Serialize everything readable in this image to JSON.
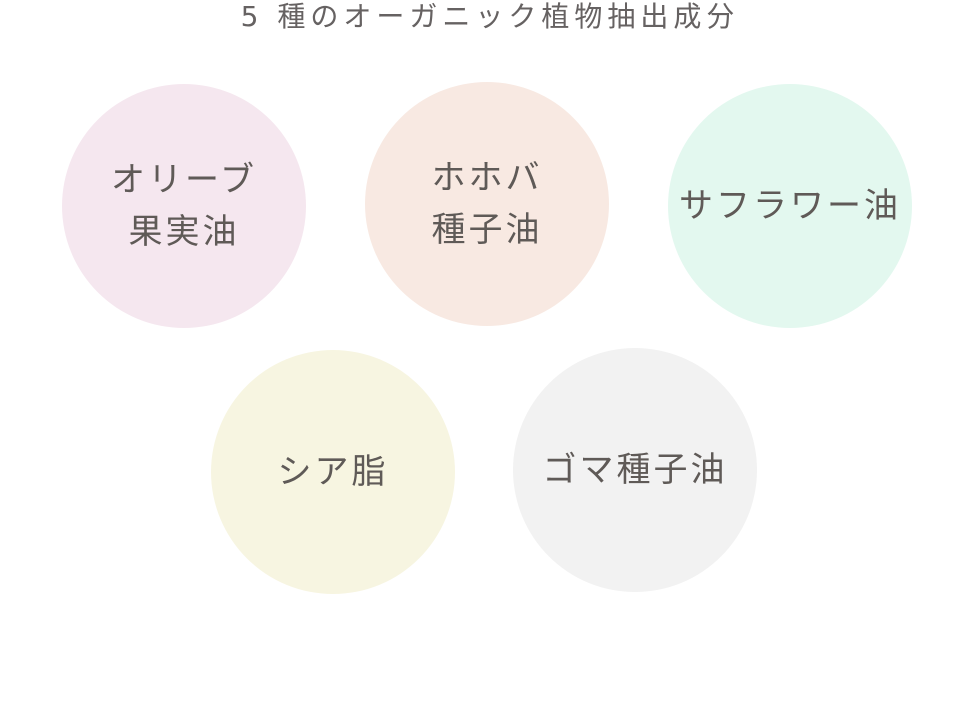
{
  "title": "5 種のオーガニック植物抽出成分",
  "ingredients": [
    {
      "label": "オリーブ\n果実油",
      "color": "#f5e7ef"
    },
    {
      "label": "ホホバ\n種子油",
      "color": "#f8e9e2"
    },
    {
      "label": "サフラワー油",
      "color": "#e3f8ef"
    },
    {
      "label": "シア脂",
      "color": "#f7f5e1"
    },
    {
      "label": "ゴマ種子油",
      "color": "#f2f2f2"
    }
  ]
}
